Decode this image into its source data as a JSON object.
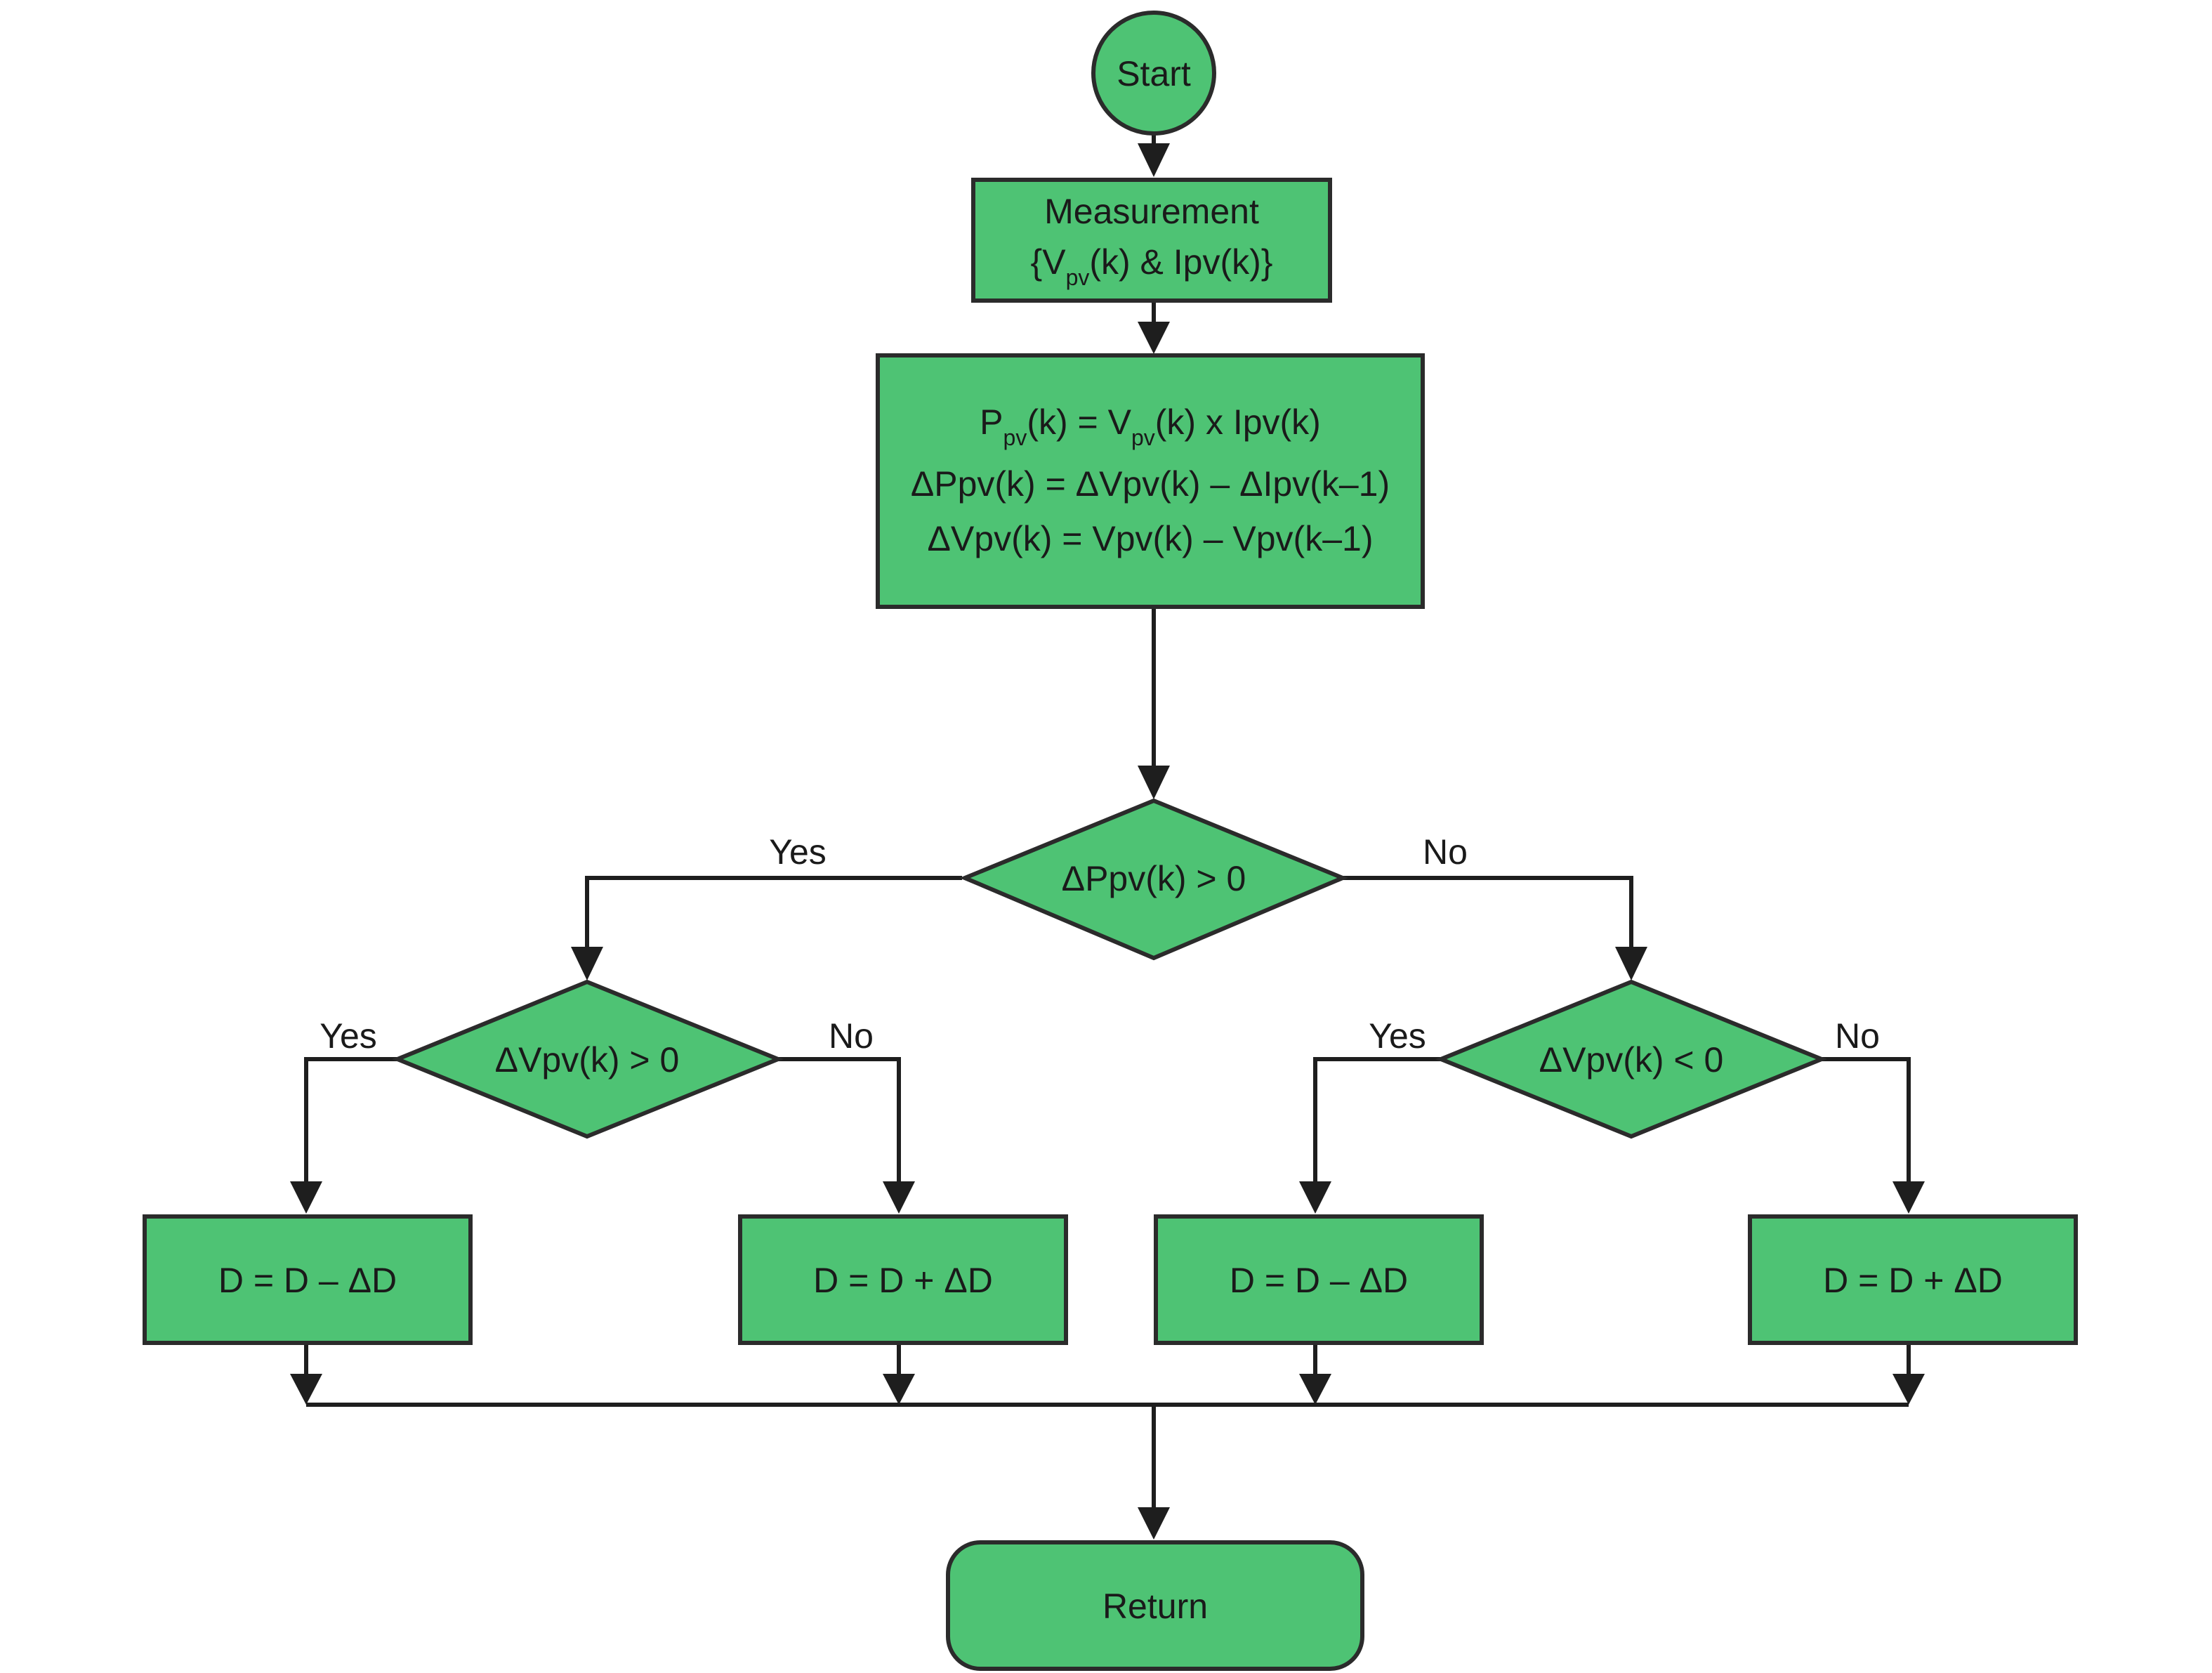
{
  "colors": {
    "fill": "#4ec374",
    "stroke": "#2b2b2b",
    "line": "#1e1e1e",
    "text": "#1a1a1a"
  },
  "start": {
    "label": "Start"
  },
  "measurement": {
    "title": "Measurement",
    "line2": {
      "open": "{V",
      "sub1": "pv",
      "mid": "(k) & Ipv(k)}"
    }
  },
  "compute": {
    "line1": {
      "p": "P",
      "psub": "pv",
      "mid": "(k) = V",
      "vsub": "pv",
      "end": "(k) x Ipv(k)"
    },
    "line2": "ΔPpv(k) = ΔVpv(k) – ΔIpv(k–1)",
    "line3": "ΔVpv(k) = Vpv(k) – Vpv(k–1)"
  },
  "decision_main": {
    "label": "ΔPpv(k) > 0",
    "yes": "Yes",
    "no": "No"
  },
  "decision_left": {
    "label": "ΔVpv(k) > 0",
    "yes": "Yes",
    "no": "No"
  },
  "decision_right": {
    "label": "ΔVpv(k) < 0",
    "yes": "Yes",
    "no": "No"
  },
  "actions": [
    {
      "label": "D = D – ΔD"
    },
    {
      "label": "D = D + ΔD"
    },
    {
      "label": "D = D – ΔD"
    },
    {
      "label": "D = D + ΔD"
    }
  ],
  "return": {
    "label": "Return"
  }
}
